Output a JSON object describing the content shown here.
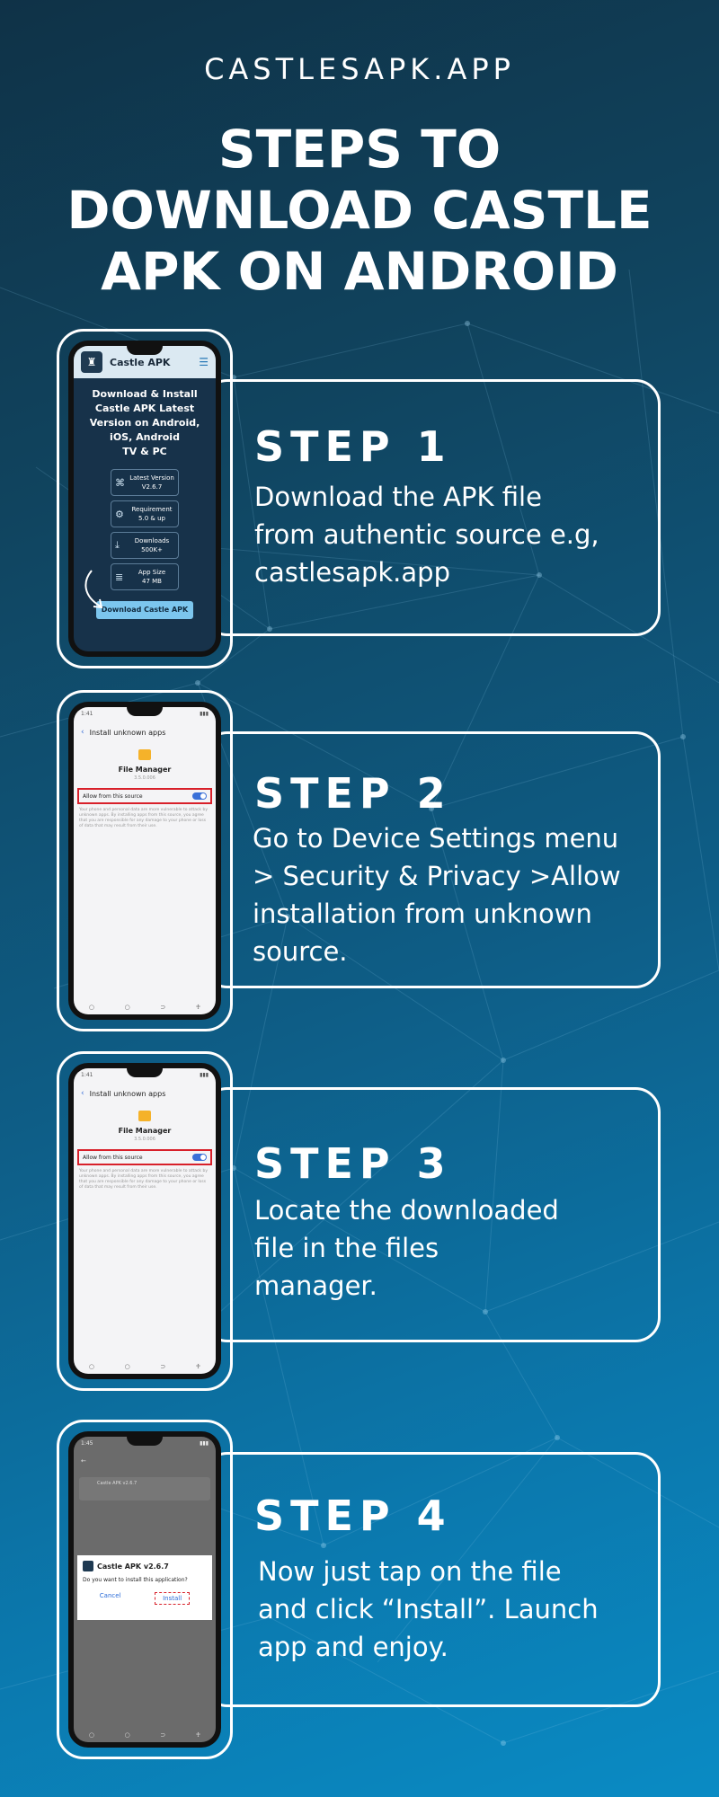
{
  "header": {
    "brand": "CASTLESAPK.APP",
    "title_line1": "STEPS TO",
    "title_line2": "DOWNLOAD CASTLE",
    "title_line3": "APK ON ANDROID"
  },
  "steps": [
    {
      "title": "STEP 1",
      "lines": [
        "Download the APK file",
        "from authentic source e.g,",
        "castlesapk.app"
      ]
    },
    {
      "title": "STEP 2",
      "lines": [
        "Go to Device Settings menu",
        "> Security & Privacy >Allow",
        "installation from unknown",
        "source."
      ]
    },
    {
      "title": "STEP 3",
      "lines": [
        "Locate the downloaded",
        "file in the files",
        "manager."
      ]
    },
    {
      "title": "STEP 4",
      "lines": [
        "Now just tap on the file",
        "and click “Install”. Launch",
        "app and enjoy."
      ]
    }
  ],
  "phone1": {
    "app_name": "Castle APK",
    "hero_line1": "Download & Install",
    "hero_line2": "Castle APK Latest",
    "hero_line3": "Version on Android,",
    "hero_line4": "iOS, Android",
    "hero_line5": "TV & PC",
    "info": [
      {
        "label": "Latest Version",
        "value": "V2.6.7",
        "icon": "command-icon"
      },
      {
        "label": "Requirement",
        "value": "5.0 & up",
        "icon": "chip-icon"
      },
      {
        "label": "Downloads",
        "value": "500K+",
        "icon": "download-icon"
      },
      {
        "label": "App Size",
        "value": "47 MB",
        "icon": "database-icon"
      }
    ],
    "download_button": "Download Castle APK"
  },
  "phone_settings": {
    "header": "Install unknown apps",
    "app": "File Manager",
    "version": "3.5.0.006",
    "allow_label": "Allow from this source",
    "fine_print": "Your phone and personal data are more vulnerable to attack by unknown apps. By installing apps from this source, you agree that you are responsible for any damage to your phone or loss of data that may result from their use."
  },
  "phone4": {
    "file_name": "Castle APK v2.6.7",
    "dialog_title": "Castle APK v2.6.7",
    "dialog_question": "Do you want to install this application?",
    "cancel": "Cancel",
    "install": "Install"
  }
}
